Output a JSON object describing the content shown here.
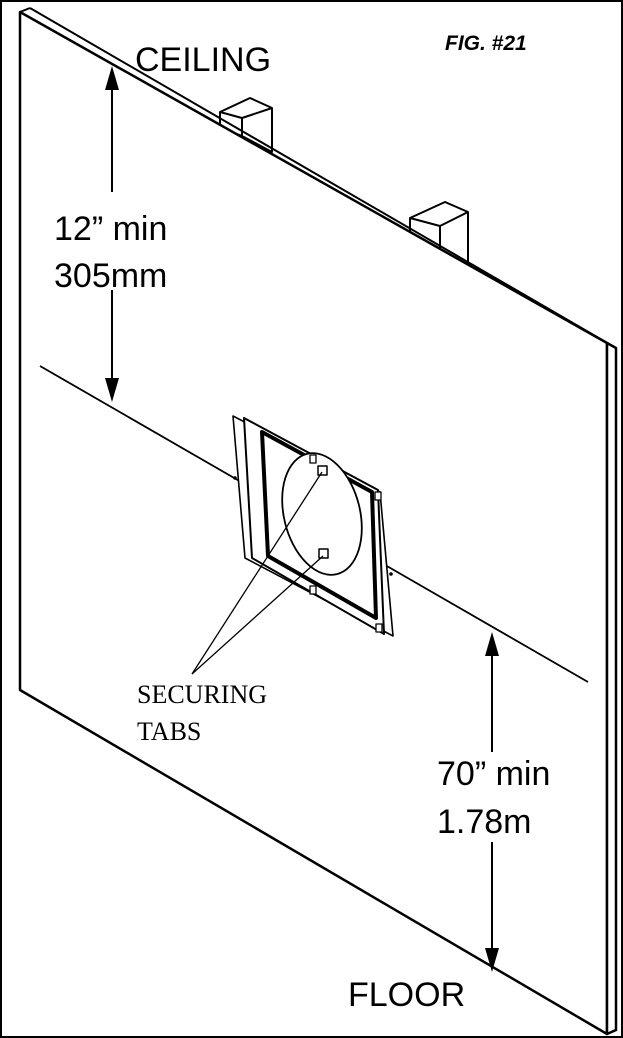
{
  "figure": {
    "label": "FIG. #21"
  },
  "labels": {
    "ceiling": "CEILING",
    "floor": "FLOOR",
    "top_clearance_imperial": "12” min",
    "top_clearance_metric": "305mm",
    "floor_clearance_imperial": "70” min",
    "floor_clearance_metric": "1.78m",
    "securing_line1": "SECURING",
    "securing_line2": "TABS"
  },
  "icons": {
    "arrows": "dimension-arrow-icon",
    "joist": "joist-block-icon"
  },
  "colors": {
    "ink": "#000000",
    "paper": "#ffffff"
  }
}
